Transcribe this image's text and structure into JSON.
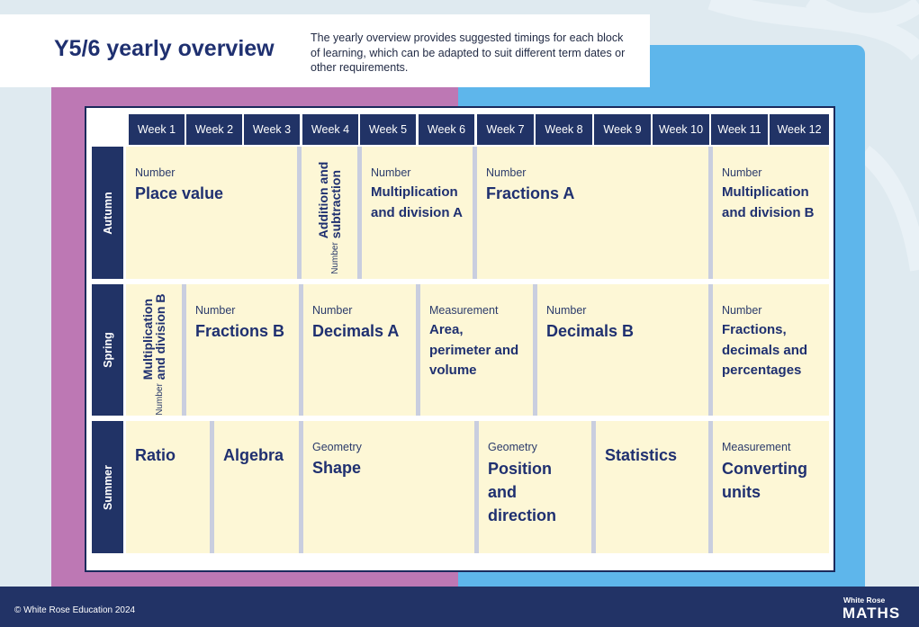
{
  "header": {
    "title": "Y5/6 yearly overview",
    "intro": "The yearly overview provides suggested timings for each block of learning, which can be adapted to suit different term dates or other requirements."
  },
  "weeks": [
    "Week 1",
    "Week 2",
    "Week 3",
    "Week 4",
    "Week 5",
    "Week 6",
    "Week 7",
    "Week 8",
    "Week 9",
    "Week 10",
    "Week 11",
    "Week 12"
  ],
  "terms": [
    {
      "season": "Autumn",
      "blocks": [
        {
          "category": "Number",
          "label": "Place value"
        },
        {
          "category": "Number",
          "label": "Addition and subtraction"
        },
        {
          "category": "Number",
          "label": "Multiplication and division A"
        },
        {
          "category": "Number",
          "label": "Fractions A"
        },
        {
          "category": "Number",
          "label": "Multiplication and division B"
        }
      ]
    },
    {
      "season": "Spring",
      "blocks": [
        {
          "category": "Number",
          "label": "Multiplication and division B"
        },
        {
          "category": "Number",
          "label": "Fractions B"
        },
        {
          "category": "Number",
          "label": "Decimals A"
        },
        {
          "category": "Measurement",
          "label": "Area, perimeter and volume"
        },
        {
          "category": "Number",
          "label": "Decimals B"
        },
        {
          "category": "Number",
          "label": "Fractions, decimals and percentages"
        }
      ]
    },
    {
      "season": "Summer",
      "blocks": [
        {
          "category": "",
          "label": "Ratio"
        },
        {
          "category": "",
          "label": "Algebra"
        },
        {
          "category": "Geometry",
          "label": "Shape"
        },
        {
          "category": "Geometry",
          "label": "Position and direction"
        },
        {
          "category": "",
          "label": "Statistics"
        },
        {
          "category": "Measurement",
          "label": "Converting units"
        }
      ]
    }
  ],
  "footer": {
    "copyright": "© White Rose Education 2024",
    "logo_top": "White Rose",
    "logo_bottom": "MATHS"
  }
}
